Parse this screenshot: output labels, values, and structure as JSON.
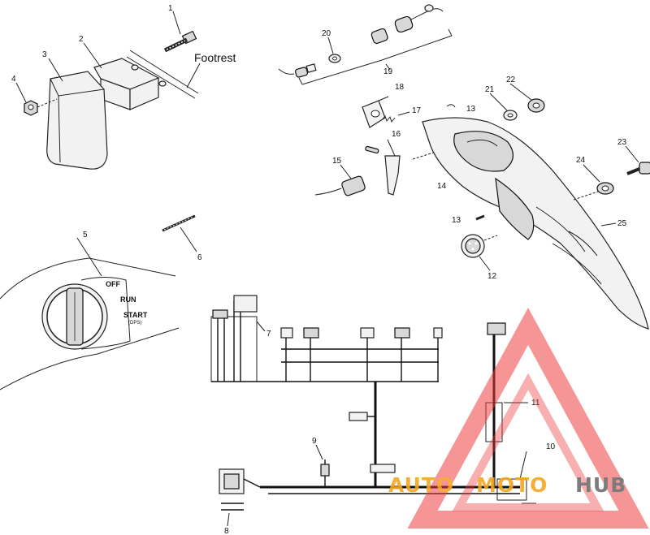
{
  "diagram": {
    "labels": {
      "footrest": "Footrest",
      "switch_off": "OFF",
      "switch_run": "RUN",
      "switch_start": "START",
      "switch_dps": "(DPS)"
    },
    "callouts": {
      "c1": "1",
      "c2": "2",
      "c3": "3",
      "c4": "4",
      "c5": "5",
      "c6": "6",
      "c7": "7",
      "c8": "8",
      "c9": "9",
      "c10": "10",
      "c11": "11",
      "c12": "12",
      "c13a": "13",
      "c13b": "13",
      "c14": "14",
      "c15": "15",
      "c16": "16",
      "c17": "17",
      "c18": "18",
      "c19": "19",
      "c20": "20",
      "c21": "21",
      "c22": "22",
      "c23": "23",
      "c24": "24",
      "c25": "25"
    }
  },
  "watermark": {
    "word_auto": "AUTO",
    "word_moto": "MOTO",
    "word_hub": "HUB",
    "color_red": "#ef3b3b",
    "color_orange": "#f5a623",
    "color_gray": "#6e6e6e"
  }
}
